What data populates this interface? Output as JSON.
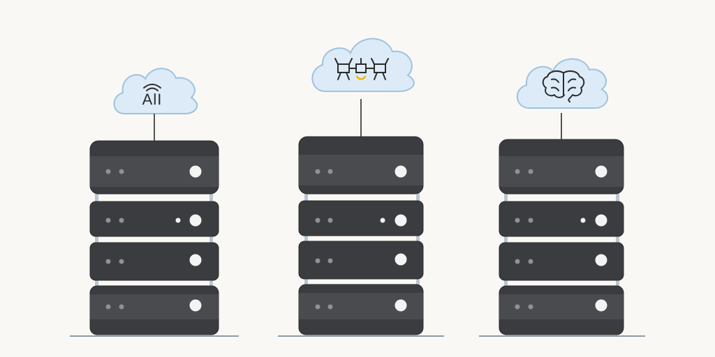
{
  "colors": {
    "background": "#faf8f5",
    "cloud_fill": "#dcebf7",
    "cloud_stroke": "#9cc3e0",
    "server_body": "#3b3c3f",
    "server_face": "#4a4b4e",
    "server_edge": "#2a2b2d",
    "led": "#8f9194",
    "power_button": "#f4f4f4",
    "connector": "#555555",
    "rail": "#b8c7d2",
    "floor_line": "#8e9aa5",
    "accent_smile": "#f2b705"
  },
  "stacks": [
    {
      "cloud_label": "AlI",
      "cloud_icon": "wifi-signal-icon",
      "units": 4
    },
    {
      "cloud_label": "",
      "cloud_icon": "robots-network-icon",
      "units": 4
    },
    {
      "cloud_label": "",
      "cloud_icon": "brain-icon",
      "units": 4
    }
  ]
}
